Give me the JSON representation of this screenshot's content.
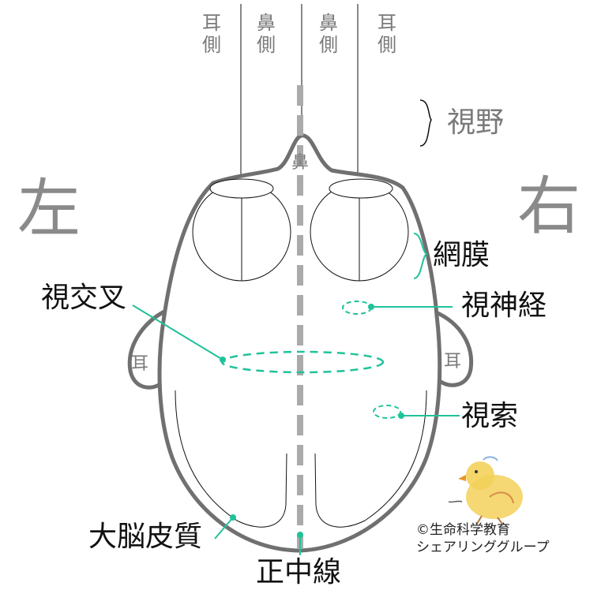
{
  "top_labels": {
    "ear_left": "耳側",
    "nose_left": "鼻側",
    "nose_right": "鼻側",
    "ear_right": "耳側"
  },
  "visual_field_label": "視野",
  "side_labels": {
    "left": "左",
    "right": "右"
  },
  "nose_label": "鼻",
  "ear_labels": {
    "left": "耳",
    "right": "耳"
  },
  "structure_labels": {
    "retina": "網膜",
    "optic_chiasm": "視交叉",
    "optic_nerve": "視神経",
    "optic_tract": "視索",
    "cerebral_cortex": "大脳皮質",
    "midline": "正中線"
  },
  "credit": {
    "line1": "©生命科学教育",
    "line2": "シェアリンググループ"
  },
  "colors": {
    "outline": "#707070",
    "midline": "#aaaaaa",
    "pointer": "#20c29a",
    "label_grey": "#7a7a7a",
    "chick": "#f3d15a"
  }
}
